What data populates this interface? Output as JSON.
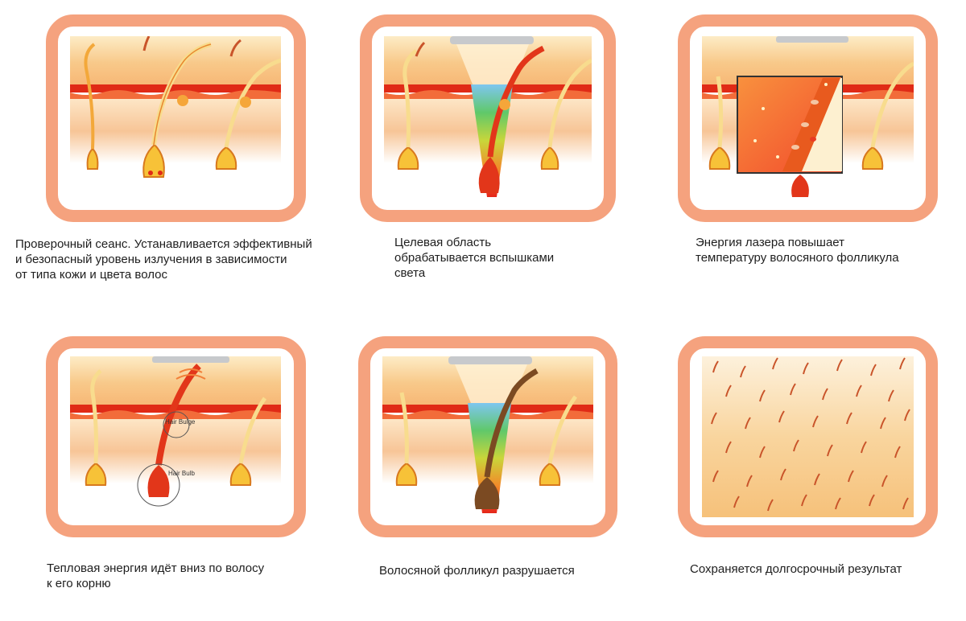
{
  "panels": [
    {
      "id": 1,
      "caption": "Проверочный сеанс.  Устанавливается эффективный\nи безопасный уровень излучения в зависимости\nот типа кожи и цвета волос"
    },
    {
      "id": 2,
      "caption": "Целевая область\nобрабатывается вспышками\nсвета"
    },
    {
      "id": 3,
      "caption": "Энергия лазера повышает\nтемпературу волосяного фолликула"
    },
    {
      "id": 4,
      "caption": "Тепловая энергия идёт вниз по волосу\nк его корню",
      "labels": {
        "bulge": "Hair Bulge",
        "bulb": "Hair Bulb"
      }
    },
    {
      "id": 5,
      "caption": "Волосяной фолликул разрушается"
    },
    {
      "id": 6,
      "caption": "Сохраняется долгосрочный результат"
    }
  ],
  "colors": {
    "frame": "#f5a27e",
    "skin": "#f9cf8a",
    "dermis_band": "#e02a16",
    "follicle": "#f7c238",
    "hot_hair": "#e2361a",
    "destroyed_hair": "#7b4a22"
  }
}
